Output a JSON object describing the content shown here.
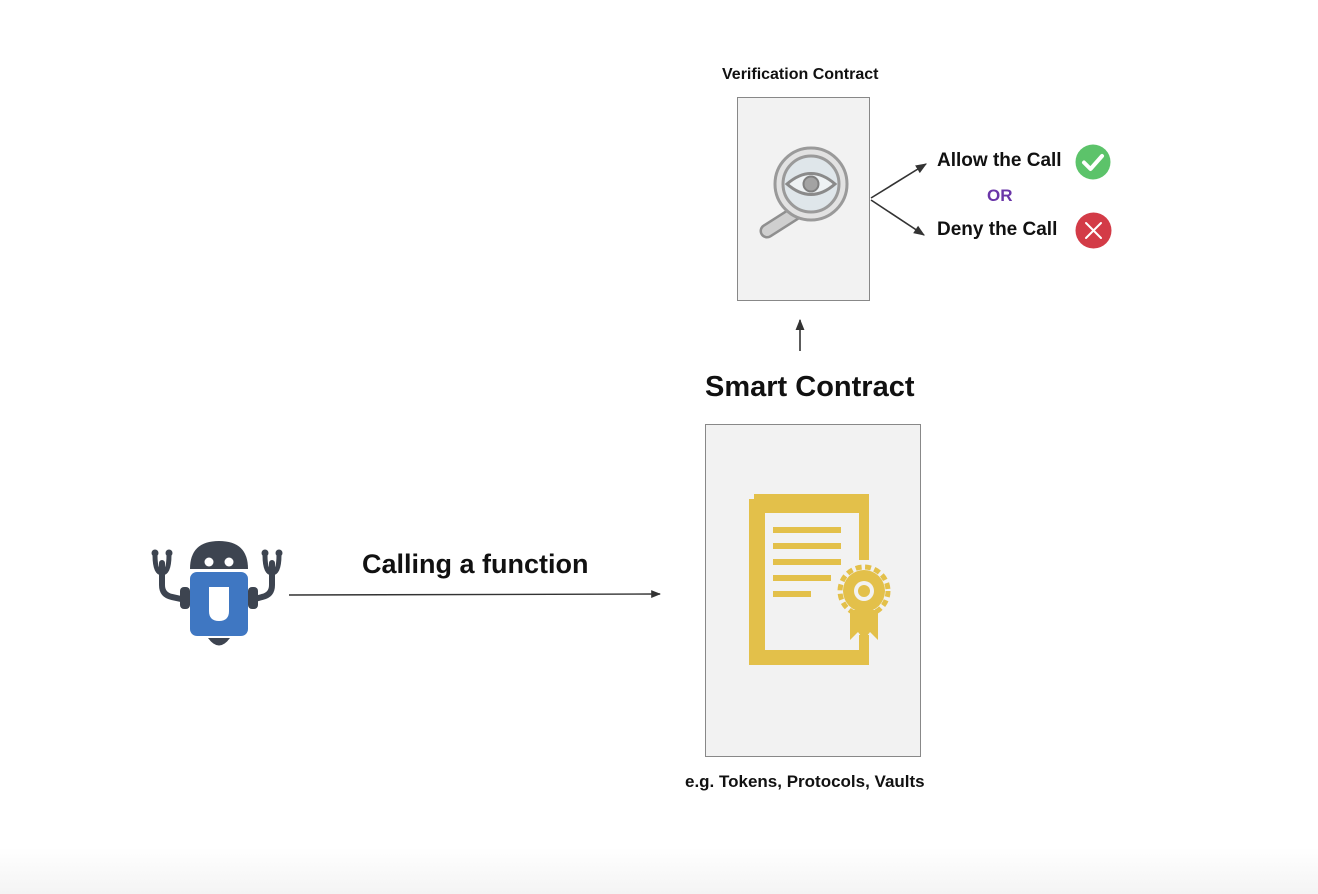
{
  "verification": {
    "title": "Verification Contract",
    "outcomes": {
      "allow": {
        "label": "Allow the Call",
        "icon": "green-check-icon",
        "color": "#5cc36a"
      },
      "separator": "OR",
      "separator_color": "#6a35a8",
      "deny": {
        "label": "Deny the Call",
        "icon": "red-x-icon",
        "color": "#d33b47"
      }
    },
    "icon": "magnifier-eye-icon"
  },
  "smart_contract": {
    "title": "Smart Contract",
    "icon": "certificate-icon",
    "icon_color": "#e3c04a",
    "caption": "e.g. Tokens, Protocols, Vaults"
  },
  "caller": {
    "icon": "robot-icon",
    "body_color": "#3f77c2",
    "head_color": "#3d4450",
    "action_label": "Calling a function"
  }
}
